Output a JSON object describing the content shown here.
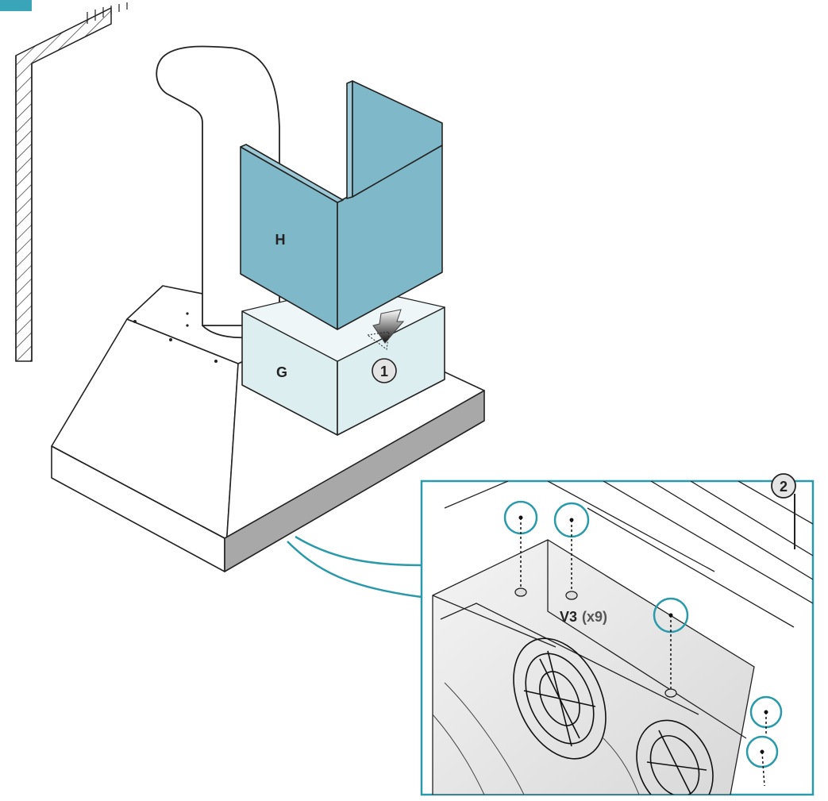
{
  "labels": {
    "panel_h": "H",
    "panel_g": "G",
    "step_1": "1",
    "step_2": "2",
    "screw_code": "V3",
    "screw_qty": "(x9)"
  },
  "colors": {
    "accent": "#2a9aaa",
    "panel_h": "#7fb8c8",
    "panel_g": "#ddeef0",
    "badge": "#3aa4b8",
    "line": "#222222"
  },
  "icons": [
    "down-arrow-icon",
    "screw-icon"
  ]
}
